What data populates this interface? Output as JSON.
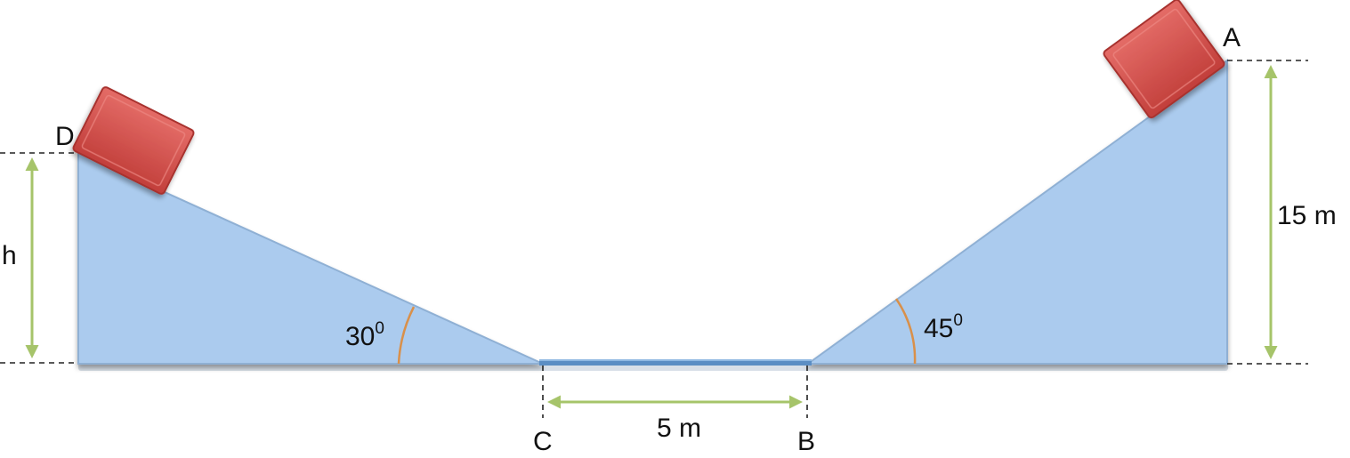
{
  "points": {
    "a": "A",
    "b": "B",
    "c": "C",
    "d": "D"
  },
  "dimensions": {
    "left_height": "h",
    "right_height": "15 m",
    "flat_length": "5 m"
  },
  "angles": {
    "left": {
      "value": "30",
      "superscript": "0"
    },
    "right": {
      "value": "45",
      "superscript": "0"
    }
  },
  "colors": {
    "ramp_fill": "#abcbee",
    "ramp_edge": "#8fb0d4",
    "flat_track": "#5b8ec4",
    "block_fill": "#d9534f",
    "block_edge": "#a8312e",
    "dimension_arrow": "#a6c46a",
    "angle_arc": "#d9904a"
  }
}
